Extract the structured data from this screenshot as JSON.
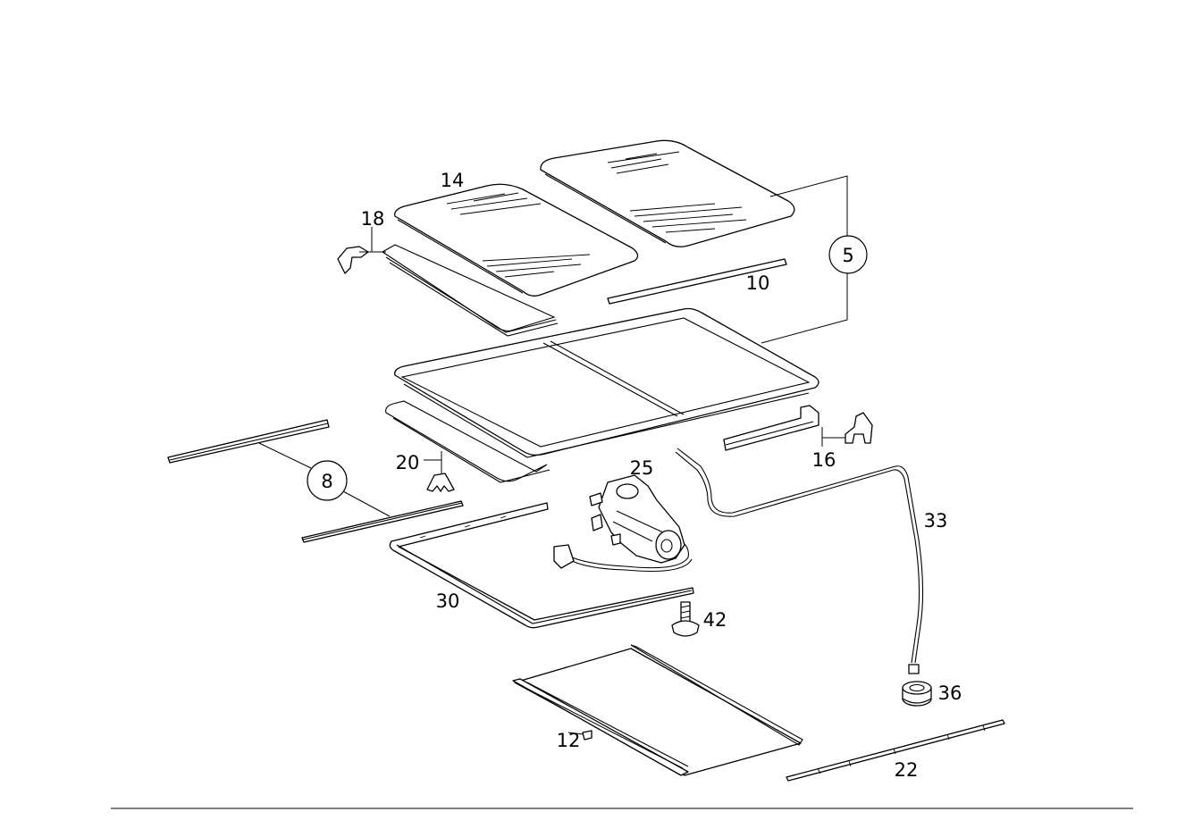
{
  "callouts": {
    "c5": "5",
    "c8": "8",
    "c10": "10",
    "c12": "12",
    "c14": "14",
    "c16": "16",
    "c18": "18",
    "c20": "20",
    "c22": "22",
    "c25": "25",
    "c30": "30",
    "c33": "33",
    "c36": "36",
    "c42": "42"
  }
}
